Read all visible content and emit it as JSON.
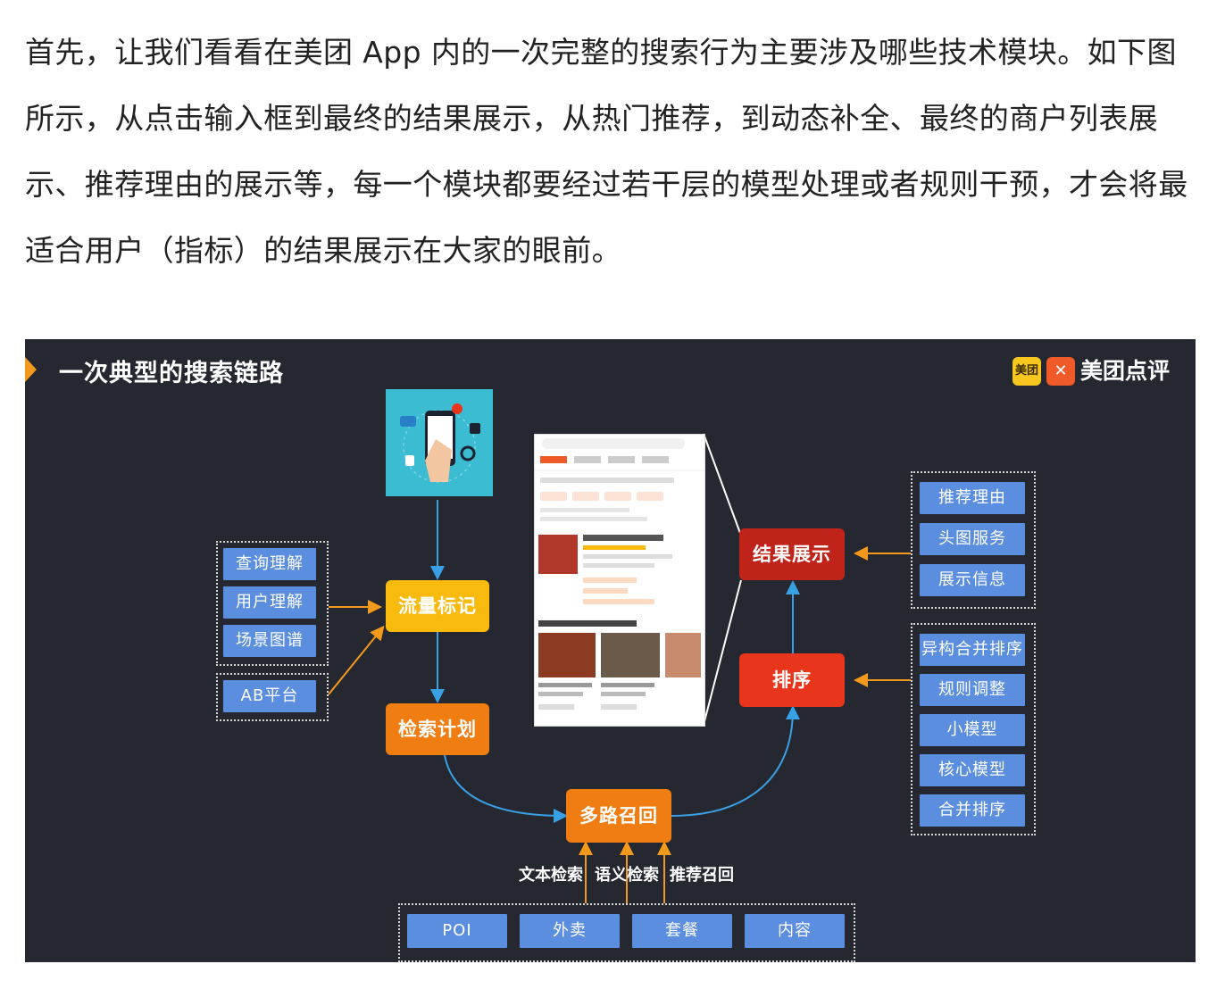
{
  "article": {
    "paragraph": "首先，让我们看看在美团 App 内的一次完整的搜索行为主要涉及哪些技术模块。如下图所示，从点击输入框到最终的结果展示，从热门推荐，到动态补全、最终的商户列表展示、推荐理由的展示等，每一个模块都要经过若干层的模型处理或者规则干预，才会将最适合用户（指标）的结果展示在大家的眼前。"
  },
  "slide": {
    "title": "一次典型的搜索链路",
    "logo": {
      "mt_badge": "美团",
      "dp_badge": "",
      "text": "美团点评"
    },
    "understanding": [
      "查询理解",
      "用户理解",
      "场景图谱"
    ],
    "ab_platform": "AB平台",
    "traffic_tag": "流量标记",
    "retrieval_plan": "检索计划",
    "multi_recall": "多路召回",
    "recall_types": [
      "文本检索",
      "语义检索",
      "推荐召回"
    ],
    "sources": [
      "POI",
      "外卖",
      "套餐",
      "内容"
    ],
    "ranking": "排序",
    "result_display": "结果展示",
    "display_modules": [
      "推荐理由",
      "头图服务",
      "展示信息"
    ],
    "ranking_modules": [
      "异构合并排序",
      "规则调整",
      "小模型",
      "核心模型",
      "合并排序"
    ],
    "colors": {
      "background": "#252830",
      "blue_box": "#5b8ede",
      "yellow_node": "#f7ba0d",
      "orange_node": "#ef7d12",
      "dark_red_node": "#c0231a",
      "red_node": "#e8361c",
      "blue_arrow": "#3aa0e6",
      "orange_arrow": "#f39a1e"
    },
    "icons": [
      "phone-illustration-icon",
      "app-screenshot-icon",
      "title-arrow-icon"
    ]
  }
}
